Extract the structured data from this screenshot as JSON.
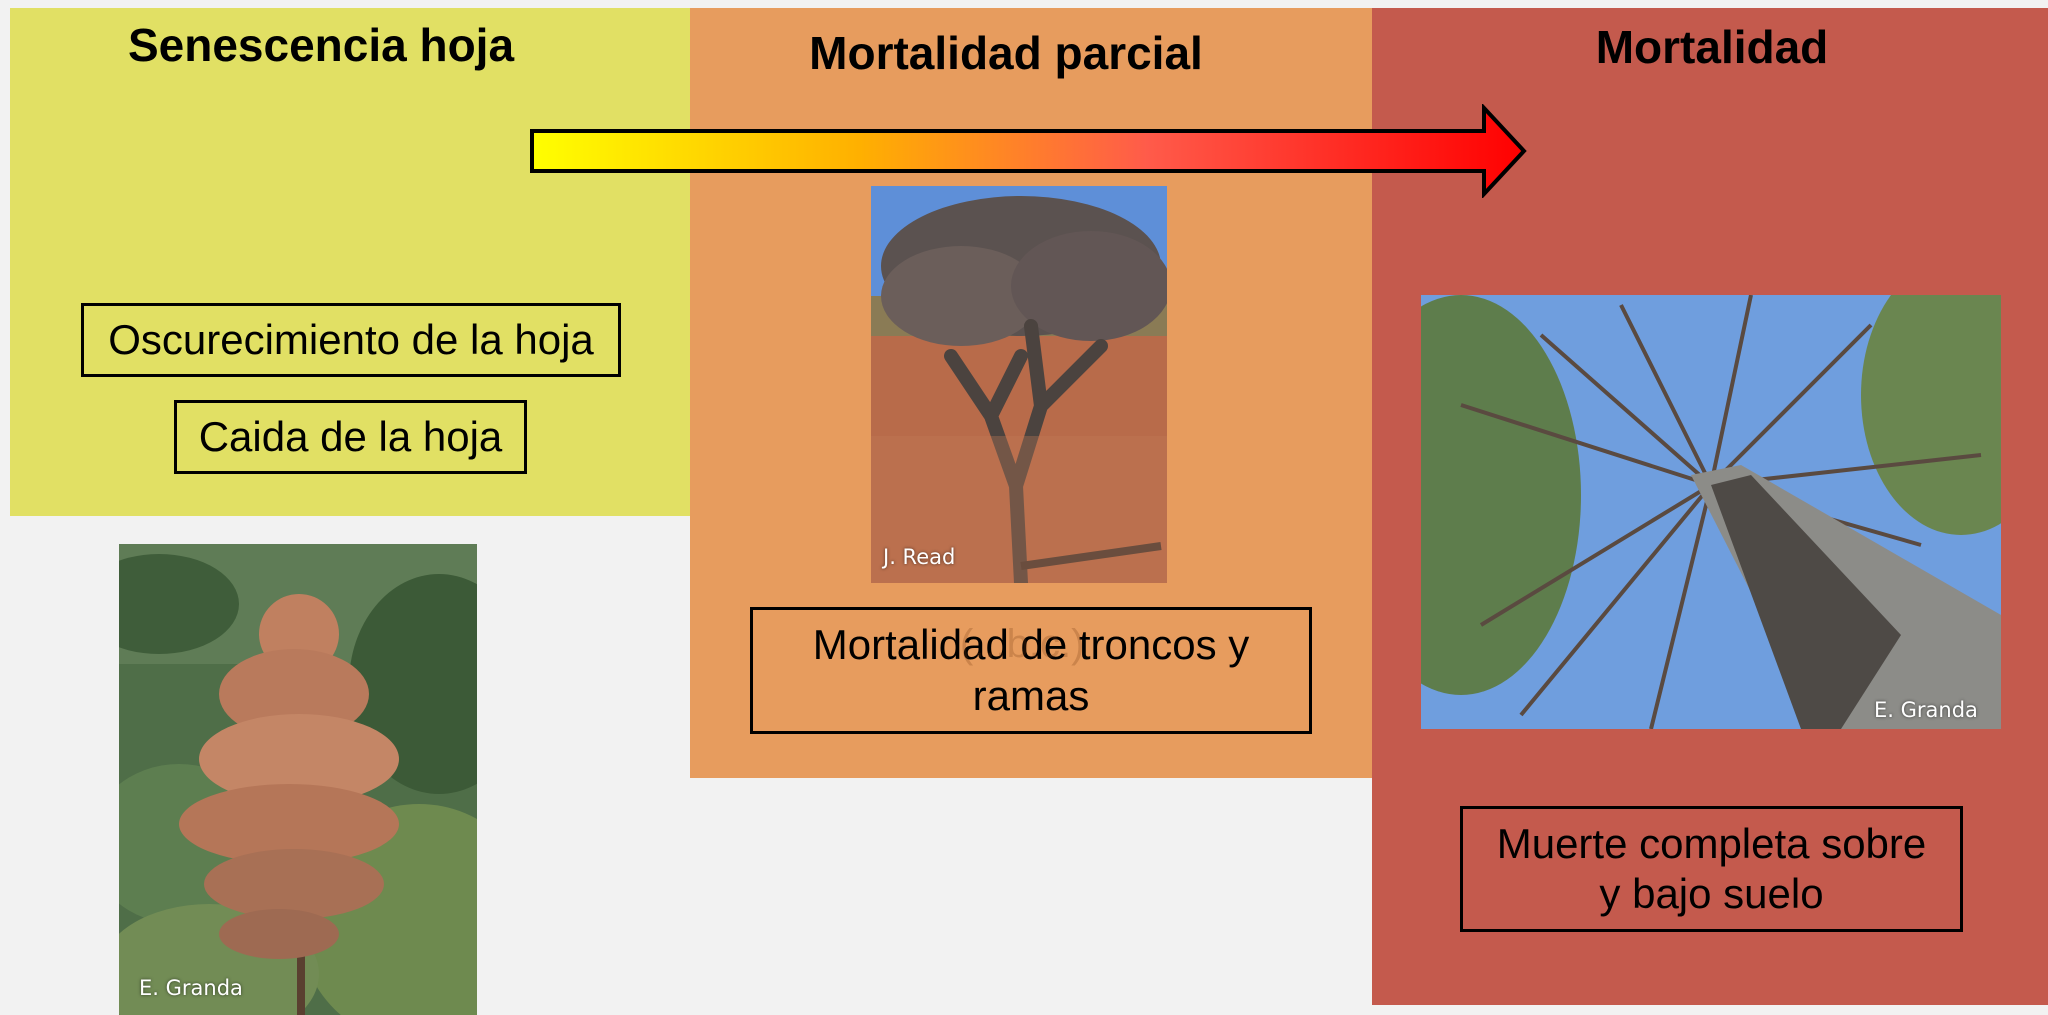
{
  "stages": [
    {
      "title": "Senescencia hoja",
      "color": "#e1e064",
      "labels": [
        "Oscurecimiento de la hoja",
        "Caida de la hoja"
      ],
      "photo_credit": "E. Granda"
    },
    {
      "title": "Mortalidad parcial",
      "color": "#e79c5e",
      "labels": [
        "Mortalidad de troncos y ramas"
      ],
      "photo_credit": "J. Read",
      "faint_text": "(...b.c.)"
    },
    {
      "title": "Mortalidad",
      "color": "#c45a4d",
      "labels": [
        "Muerte completa sobre y bajo suelo"
      ],
      "photo_credit": "E. Granda"
    }
  ],
  "arrow": {
    "gradient": [
      "#ffff00",
      "#ffb000",
      "#ff5b4a",
      "#ff0000"
    ]
  }
}
